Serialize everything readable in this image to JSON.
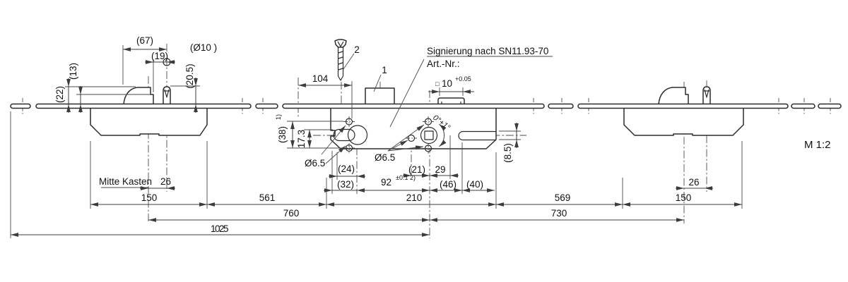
{
  "drawing": {
    "scale_note": "M 1:2",
    "annotations": {
      "signierung": "Signierung nach SN11.93-70",
      "artnr": "Art.-Nr.:",
      "mitte_kasten": "Mitte Kasten",
      "part1": "1",
      "part2": "2",
      "rotation": "0°+1°",
      "square_prefix": "□",
      "square_val": "10",
      "square_tol": "+0.05"
    },
    "dims": {
      "d67": "(67)",
      "d19": "(19)",
      "dia10": "(Ø10 )",
      "d20_5": "(20.5)",
      "d22": "(22)",
      "d13": "(13)",
      "d104": "104",
      "d38": "(38)",
      "d38sup": "1)",
      "d17_3": "17.3",
      "dia65_left": "Ø6.5",
      "dia65_mid": "Ø6.5",
      "d24": "(24)",
      "d32": "(32)",
      "d92": "92",
      "d92sup": "±0.1 2)",
      "d21": "(21)",
      "d29": "29",
      "d46": "(46)",
      "d40": "(40)",
      "d8_5": "(8.5)",
      "d210": "210",
      "d26_left": "26",
      "d26_right": "26",
      "d150_left": "150",
      "d561": "561",
      "d569": "569",
      "d150_right": "150",
      "d760": "760",
      "d730": "730",
      "d1025": "1025"
    }
  }
}
